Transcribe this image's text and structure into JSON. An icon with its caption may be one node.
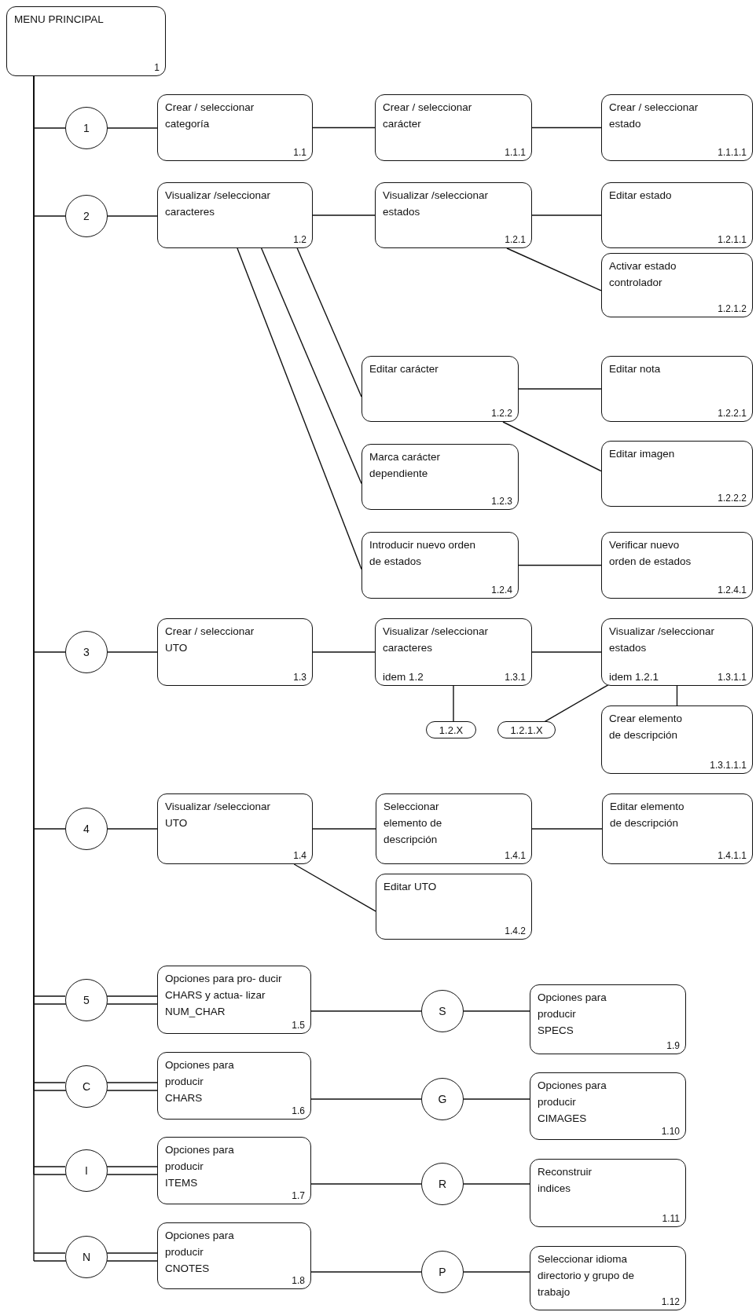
{
  "diagram": {
    "nodes": [
      {
        "text": [
          "MENU PRINCIPAL",
          "1"
        ]
      },
      {
        "text": [
          "1"
        ]
      },
      {
        "text": [
          "Crear / seleccionar categoría",
          "1.1"
        ]
      },
      {
        "text": [
          "Crear / seleccionar carácter",
          "1.1.1"
        ]
      },
      {
        "text": [
          "Crear / seleccionar estado",
          "1.1.1.1"
        ]
      },
      {
        "text": [
          "2"
        ]
      },
      {
        "text": [
          "Visualizar /seleccionar caracteres",
          "1.2"
        ]
      },
      {
        "text": [
          "Visualizar /seleccionar estados",
          "1.2.1"
        ]
      },
      {
        "text": [
          "Editar estado",
          "1.2.1.1"
        ]
      },
      {
        "text": [
          "Activar estado controlador",
          "1.2.1.2"
        ]
      },
      {
        "text": [
          "Editar carácter",
          "1.2.2"
        ]
      },
      {
        "text": [
          "Editar nota",
          "1.2.2.1"
        ]
      },
      {
        "text": [
          "Editar imagen",
          "1.2.2.2"
        ]
      },
      {
        "text": [
          "Marca carácter dependiente",
          "1.2.3"
        ]
      },
      {
        "text": [
          "Introducir nuevo orden de estados",
          "1.2.4"
        ]
      },
      {
        "text": [
          "Verificar nuevo orden de estados",
          "1.2.4.1"
        ]
      },
      {
        "text": [
          "3"
        ]
      },
      {
        "text": [
          "Crear / seleccionar UTO",
          "1.3"
        ]
      },
      {
        "text": [
          "Visualizar /seleccionar caracteres",
          "idem 1.2",
          "1.3.1"
        ]
      },
      {
        "text": [
          "Visualizar /seleccionar estados",
          "idem 1.2.1",
          "1.3.1.1"
        ]
      },
      {
        "text": [
          "1.2.X"
        ]
      },
      {
        "text": [
          "1.2.1.X"
        ]
      },
      {
        "text": [
          "Crear elemento de descripción",
          "1.3.1.1.1"
        ]
      },
      {
        "text": [
          "4"
        ]
      },
      {
        "text": [
          "Visualizar /seleccionar UTO",
          "1.4"
        ]
      },
      {
        "text": [
          "Seleccionar elemento de descripción",
          "1.4.1"
        ]
      },
      {
        "text": [
          "Editar elemento de descripción",
          "1.4.1.1"
        ]
      },
      {
        "text": [
          "Editar UTO",
          "1.4.2"
        ]
      },
      {
        "text": [
          "5"
        ]
      },
      {
        "text": [
          "Opciones para pro- ducir CHARS y actua- lizar NUM_CHAR",
          "1.5"
        ]
      },
      {
        "text": [
          "S"
        ]
      },
      {
        "text": [
          "Opciones para producir SPECS",
          "1.9"
        ]
      },
      {
        "text": [
          "C"
        ]
      },
      {
        "text": [
          "Opciones para producir CHARS",
          "1.6"
        ]
      },
      {
        "text": [
          "G"
        ]
      },
      {
        "text": [
          "Opciones para producir CIMAGES",
          "1.10"
        ]
      },
      {
        "text": [
          "I"
        ]
      },
      {
        "text": [
          "Opciones para producir ITEMS",
          "1.7"
        ]
      },
      {
        "text": [
          "R"
        ]
      },
      {
        "text": [
          "Reconstruir indices",
          "1.11"
        ]
      },
      {
        "text": [
          "N"
        ]
      },
      {
        "text": [
          "Opciones para producir CNOTES",
          "1.8"
        ]
      },
      {
        "text": [
          "P"
        ]
      },
      {
        "text": [
          "Seleccionar idioma directorio y grupo de trabajo",
          "1.12"
        ]
      }
    ],
    "edges": [
      {
        "from": 0,
        "to": 1,
        "arrow": "none"
      },
      {
        "from": 0,
        "to": 5,
        "arrow": "none"
      },
      {
        "from": 0,
        "to": 16,
        "arrow": "none"
      },
      {
        "from": 0,
        "to": 23,
        "arrow": "none"
      },
      {
        "from": 0,
        "to": 28,
        "arrow": "none"
      },
      {
        "from": 0,
        "to": 32,
        "arrow": "none"
      },
      {
        "from": 0,
        "to": 36,
        "arrow": "none"
      },
      {
        "from": 0,
        "to": 40,
        "arrow": "none"
      },
      {
        "from": 1,
        "to": 2,
        "arrow": "none"
      },
      {
        "from": 2,
        "to": 3,
        "arrow": "none"
      },
      {
        "from": 3,
        "to": 4,
        "arrow": "none"
      },
      {
        "from": 5,
        "to": 6,
        "arrow": "none"
      },
      {
        "from": 6,
        "to": 7,
        "arrow": "none"
      },
      {
        "from": 7,
        "to": 8,
        "arrow": "none"
      },
      {
        "from": 7,
        "to": 9,
        "arrow": "none"
      },
      {
        "from": 6,
        "to": 10,
        "arrow": "none"
      },
      {
        "from": 6,
        "to": 13,
        "arrow": "none"
      },
      {
        "from": 6,
        "to": 14,
        "arrow": "none"
      },
      {
        "from": 10,
        "to": 11,
        "arrow": "none"
      },
      {
        "from": 10,
        "to": 12,
        "arrow": "none"
      },
      {
        "from": 14,
        "to": 15,
        "arrow": "none"
      },
      {
        "from": 16,
        "to": 17,
        "arrow": "none"
      },
      {
        "from": 17,
        "to": 18,
        "arrow": "none"
      },
      {
        "from": 18,
        "to": 19,
        "arrow": "none"
      },
      {
        "from": 18,
        "to": 20,
        "arrow": "none"
      },
      {
        "from": 19,
        "to": 21,
        "arrow": "none"
      },
      {
        "from": 19,
        "to": 22,
        "arrow": "none"
      },
      {
        "from": 23,
        "to": 24,
        "arrow": "none"
      },
      {
        "from": 24,
        "to": 25,
        "arrow": "none"
      },
      {
        "from": 25,
        "to": 26,
        "arrow": "none"
      },
      {
        "from": 24,
        "to": 27,
        "arrow": "none"
      },
      {
        "from": 28,
        "to": 29,
        "arrow": "none"
      },
      {
        "from": 29,
        "to": 30,
        "arrow": "none"
      },
      {
        "from": 30,
        "to": 31,
        "arrow": "none"
      },
      {
        "from": 32,
        "to": 33,
        "arrow": "none"
      },
      {
        "from": 33,
        "to": 34,
        "arrow": "none"
      },
      {
        "from": 34,
        "to": 35,
        "arrow": "none"
      },
      {
        "from": 36,
        "to": 37,
        "arrow": "none"
      },
      {
        "from": 37,
        "to": 38,
        "arrow": "none"
      },
      {
        "from": 38,
        "to": 39,
        "arrow": "none"
      },
      {
        "from": 40,
        "to": 41,
        "arrow": "none"
      },
      {
        "from": 41,
        "to": 42,
        "arrow": "none"
      },
      {
        "from": 42,
        "to": 43,
        "arrow": "none"
      }
    ]
  }
}
